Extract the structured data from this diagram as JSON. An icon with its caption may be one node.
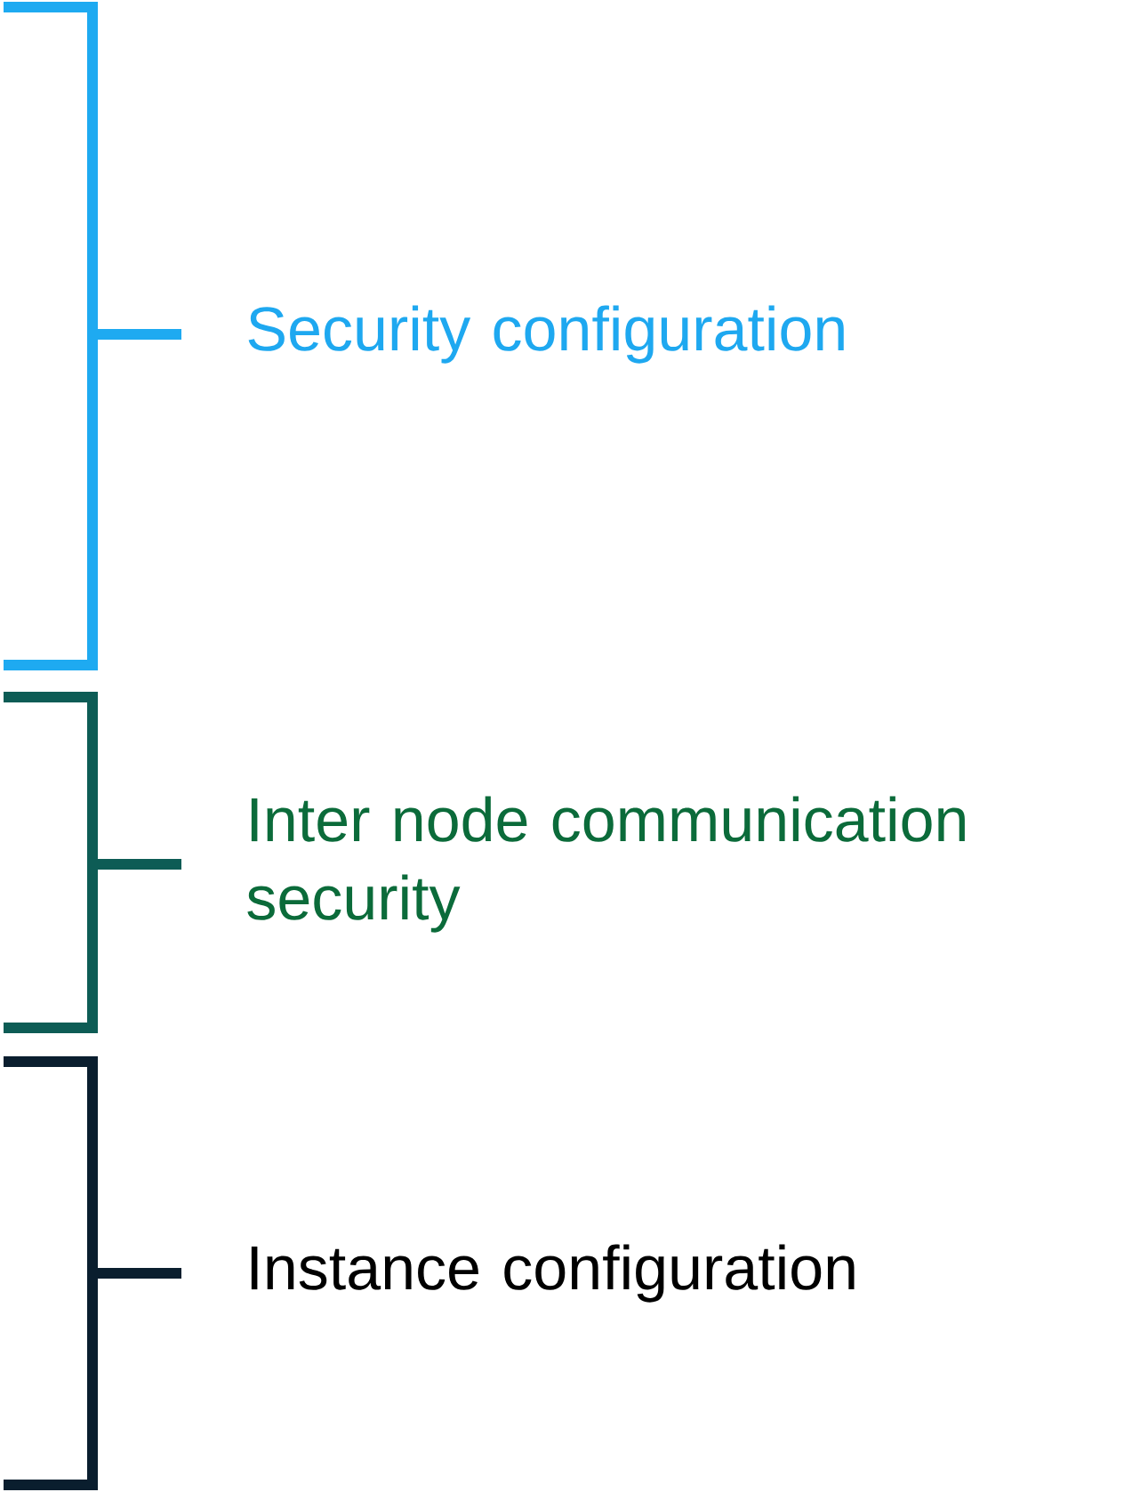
{
  "diagram": {
    "labels": [
      "Security configuration",
      "Inter node communication security",
      "Instance configuration"
    ]
  }
}
